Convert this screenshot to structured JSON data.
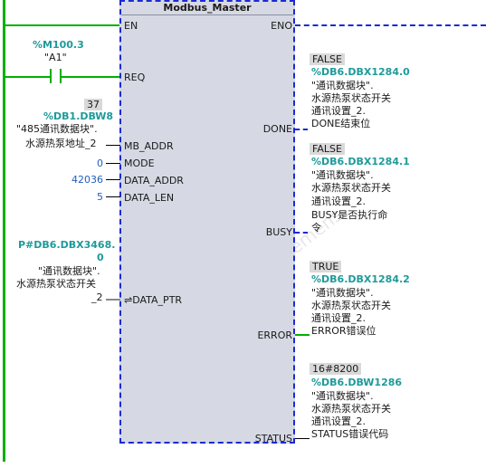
{
  "block": {
    "title": "Modbus_Master"
  },
  "pins": {
    "en": "EN",
    "eno": "ENO",
    "req": "REQ",
    "mb_addr": "MB_ADDR",
    "mode": "MODE",
    "data_addr": "DATA_ADDR",
    "data_len": "DATA_LEN",
    "data_ptr": "DATA_PTR",
    "data_ptr_prefix": "⇌",
    "done": "DONE",
    "busy": "BUSY",
    "error": "ERROR",
    "status": "STATUS"
  },
  "req_contact": {
    "address": "%M100.3",
    "symbol": "\"A1\""
  },
  "mb_addr": {
    "value": "37",
    "address": "%DB1.DBW8",
    "symbol_1": "\"485通讯数据块\".",
    "symbol_2": "水源热泵地址_2"
  },
  "mode": {
    "value": "0"
  },
  "data_addr": {
    "value": "42036"
  },
  "data_len": {
    "value": "5"
  },
  "data_ptr": {
    "address_1": "P#DB6.DBX3468.",
    "address_2": "0",
    "symbol_1": "\"通讯数据块\".",
    "symbol_2": "水源热泵状态开关",
    "symbol_3": "_2"
  },
  "done": {
    "value": "FALSE",
    "address": "%DB6.DBX1284.0",
    "symbol_1": "\"通讯数据块\".",
    "symbol_2": "水源热泵状态开关",
    "symbol_3": "通讯设置_2.",
    "symbol_4": "DONE结束位"
  },
  "busy": {
    "value": "FALSE",
    "address": "%DB6.DBX1284.1",
    "symbol_1": "\"通讯数据块\".",
    "symbol_2": "水源热泵状态开关",
    "symbol_3": "通讯设置_2.",
    "symbol_4": "BUSY是否执行命",
    "symbol_5": "令"
  },
  "error": {
    "value": "TRUE",
    "address": "%DB6.DBX1284.2",
    "symbol_1": "\"通讯数据块\".",
    "symbol_2": "水源热泵状态开关",
    "symbol_3": "通讯设置_2.",
    "symbol_4": "ERROR错误位"
  },
  "status": {
    "value": "16#8200",
    "address": "%DB6.DBW1286",
    "symbol_1": "\"通讯数据块\".",
    "symbol_2": "水源热泵状态开关",
    "symbol_3": "通讯设置_2.",
    "symbol_4": "STATUS错误代码"
  },
  "colors": {
    "power_flow": "#00b000",
    "block_fill": "#d6d9e3",
    "block_border": "#1a2ad6",
    "address_teal": "#1e9a9a"
  }
}
